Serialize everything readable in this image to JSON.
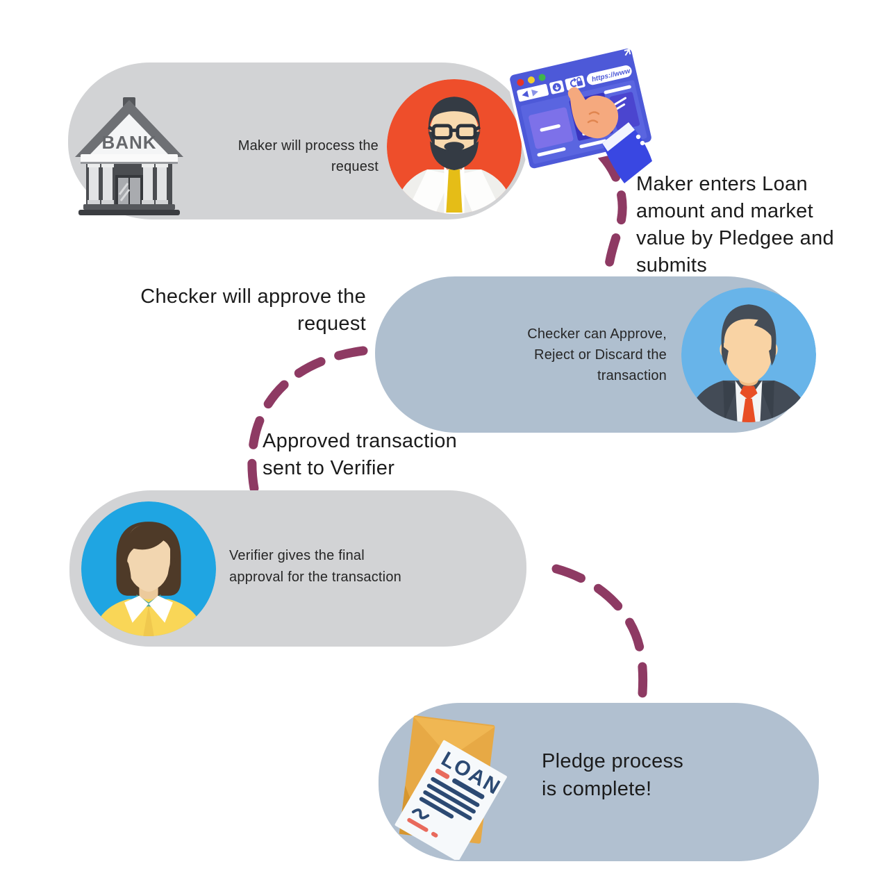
{
  "steps": [
    {
      "id": "maker",
      "pill_text": "Maker will process the\nrequest"
    },
    {
      "id": "checker",
      "pill_text": "Checker can Approve,\nReject or Discard the\ntransaction"
    },
    {
      "id": "verifier",
      "pill_text": "Verifier gives the final\napproval for the transaction"
    },
    {
      "id": "complete",
      "pill_text": "Pledge process\nis complete!"
    }
  ],
  "annotations": {
    "maker_action": "Maker enters Loan\namount and market\nvalue by Pledgee and\nsubmits",
    "checker_action": "Checker will approve the\nrequest",
    "approved_forward": "Approved transaction\nsent to Verifier"
  },
  "icon_labels": {
    "bank_sign": "BANK",
    "browser_url": "https://www",
    "loan_document": "LOAN"
  },
  "colors": {
    "pill_gray": "#d2d3d5",
    "pill_blue_gray": "#afbfcf",
    "connector_maroon": "#8e3a63",
    "text": "#1b1b1b",
    "maker_avatar_bg": "#ee4e2b",
    "checker_avatar_bg": "#68b4e9",
    "verifier_avatar_bg": "#1fa5e2",
    "browser_blue": "#4d59d8",
    "envelope_orange": "#e7a945",
    "document_navy": "#2c4a73"
  }
}
